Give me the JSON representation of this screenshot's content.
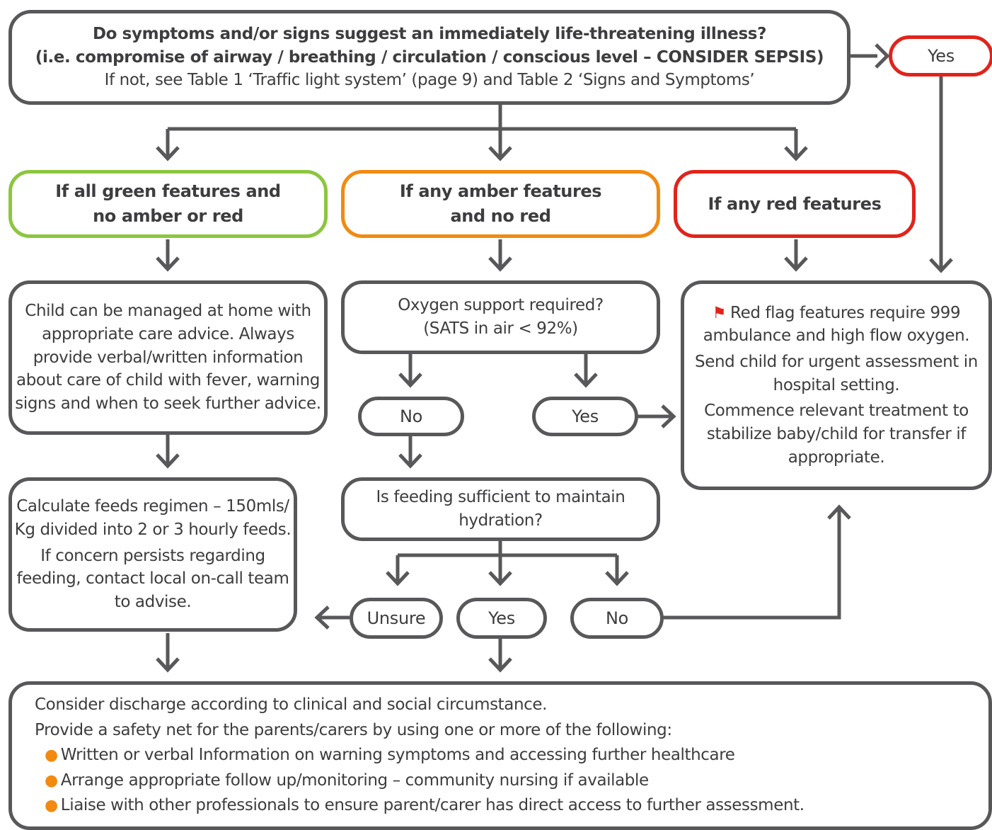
{
  "question_box": {
    "line1": "Do symptoms and/or signs suggest an immediately life-threatening illness?",
    "line2": "(i.e. compromise of airway / breathing / circulation / conscious level – CONSIDER SEPSIS)",
    "line3": "If not, see Table 1 ‘Traffic light system’ (page 9) and Table 2 ‘Signs and Symptoms’"
  },
  "yes_top": "Yes",
  "green_box": {
    "line1": "If all green features and",
    "line2": "no amber or red"
  },
  "amber_box": {
    "line1": "If any amber features",
    "line2": "and no red"
  },
  "red_box": {
    "line1": "If any red features"
  },
  "home_box": {
    "lines": [
      "Child can be managed at home with",
      "appropriate care advice. Always",
      "provide verbal/written information",
      "about care of child with fever, warning",
      "signs and when to seek further advice."
    ]
  },
  "oxygen_box": {
    "line1": "Oxygen support required?",
    "line2": "(SATS in air < 92%)"
  },
  "oxygen_no": "No",
  "oxygen_yes": "Yes",
  "redflag_box": {
    "lines": [
      "Red flag features require 999",
      "ambulance and high flow oxygen.",
      "Send child for urgent assessment in",
      "hospital setting.",
      "Commence relevant treatment to",
      "stabilize baby/child for transfer if",
      "appropriate."
    ]
  },
  "feeds_box": {
    "lines": [
      "Calculate feeds regimen – 150mls/",
      "Kg divided into 2 or 3 hourly feeds.",
      "If concern persists regarding",
      "feeding, contact local on-call team",
      "to advise."
    ]
  },
  "feeding_box": {
    "line1": "Is feeding sufficient to maintain",
    "line2": "hydration?"
  },
  "feeding_unsure": "Unsure",
  "feeding_yes": "Yes",
  "feeding_no": "No",
  "final_box": {
    "line1": "Consider discharge according to clinical and social circumstance.",
    "line2": "Provide a safety net for the parents/carers by using one or more of the following:",
    "bullets": [
      "Written or verbal Information on warning symptoms and accessing further healthcare",
      "Arrange appropriate follow up/monitoring – community nursing if available",
      "Liaise with other professionals to ensure parent/carer has direct access to further assessment."
    ]
  },
  "colors": {
    "border": "#58585a",
    "green": "#8cc63f",
    "amber": "#f28a10",
    "red": "#e2231a",
    "text": "#3d3d3f"
  }
}
